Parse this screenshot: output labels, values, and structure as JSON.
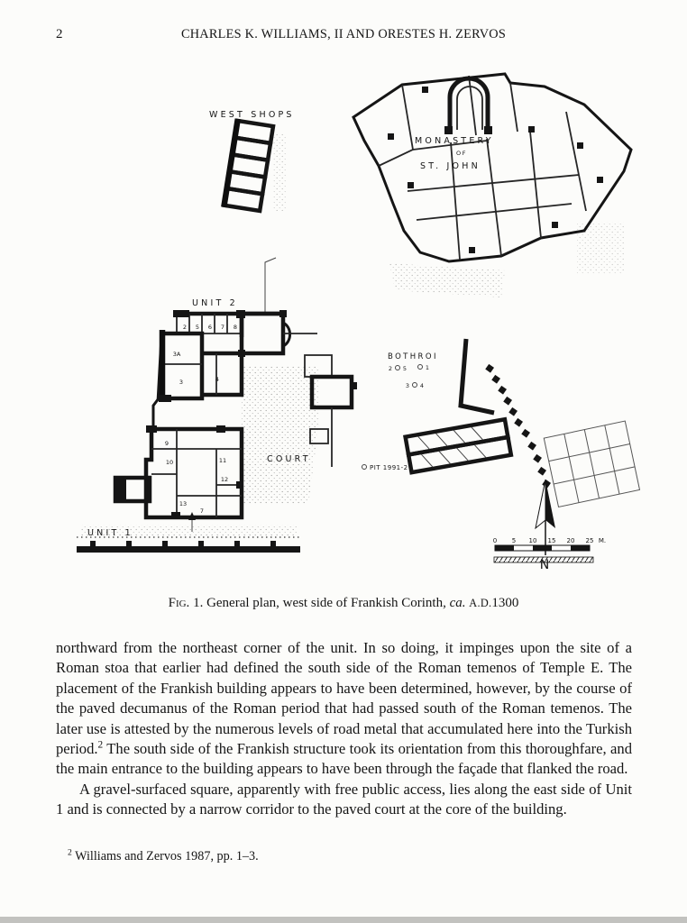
{
  "page": {
    "number": "2",
    "running_head": "CHARLES K. WILLIAMS, II AND ORESTES H. ZERVOS"
  },
  "figure": {
    "labels": {
      "west_shops": "WEST SHOPS",
      "monastery": "MONASTERY",
      "monastery_of": "OF",
      "monastery_st_john": "ST. JOHN",
      "unit_2": "UNIT 2",
      "unit_1": "UNIT 1",
      "court": "COURT",
      "bothroi": "BOTHROI",
      "pit": "PIT 1991-2",
      "north": "N",
      "scale_unit": "M."
    },
    "room_numbers": [
      "2",
      "5",
      "6",
      "7",
      "8",
      "3A",
      "3",
      "4",
      "9",
      "10",
      "11",
      "12",
      "13",
      "7"
    ],
    "bothroi_numbers": [
      "2",
      "5",
      "1",
      "3",
      "4"
    ],
    "scale_ticks": [
      "0",
      "5",
      "10",
      "15",
      "20",
      "25"
    ],
    "caption": {
      "fig": "Fig.",
      "number": "1.",
      "text": "General plan, west side of Frankish Corinth,",
      "circa": "ca.",
      "ad": "A.D.",
      "year": "1300"
    }
  },
  "body": {
    "p1_a": "northward from the northeast corner of the unit. In so doing, it impinges upon the site of a Roman stoa that earlier had defined the south side of the Roman temenos of Temple E. The placement of the Frankish building appears to have been determined, however, by the course of the paved decumanus of the Roman period that had passed south of the Roman temenos. The later use is attested by the numerous levels of road metal that accumulated here into the Turkish period.",
    "p1_ref": "2",
    "p1_b": " The south side of the Frankish structure took its orientation from this thoroughfare, and the main entrance to the building appears to have been through the façade that flanked the road.",
    "p2": "A gravel-surfaced square, apparently with free public access, lies along the east side of Unit 1 and is connected by a narrow corridor to the paved court at the core of the building.",
    "footnote": {
      "number": "2",
      "text": "Williams and Zervos 1987, pp. 1–3."
    }
  }
}
